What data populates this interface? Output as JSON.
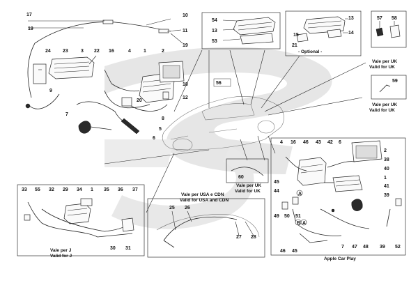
{
  "colors": {
    "watermark": "#e4e4e4",
    "line": "#222222",
    "background": "#ffffff"
  },
  "main_labels": {
    "p17": "17",
    "p10": "10",
    "p19a": "19",
    "p11": "11",
    "p19b": "19",
    "p24": "24",
    "p23": "23",
    "p3": "3",
    "p22": "22",
    "p16": "16",
    "p4": "4",
    "p1": "1",
    "p2": "2",
    "p18": "18",
    "p20": "20",
    "p12": "12",
    "p8": "8",
    "p5": "5",
    "p9": "9",
    "p7": "7",
    "p6": "6",
    "p56": "56"
  },
  "top_box": {
    "p54": "54",
    "p13": "13",
    "p53": "53",
    "p21": "21"
  },
  "optional_box": {
    "p13": "13",
    "p15": "15",
    "p14": "14",
    "caption": "- Optional -"
  },
  "uk_box_top": {
    "p57": "57",
    "p58": "58",
    "caption_it": "Vale per UK",
    "caption_en": "Valid for UK"
  },
  "uk_box_mid": {
    "p59": "59",
    "caption_it": "Vale per UK",
    "caption_en": "Valid for UK"
  },
  "uk_box_center": {
    "p60": "60",
    "caption_it": "Vale per UK",
    "caption_en": "Valid for UK"
  },
  "apple_box": {
    "p4": "4",
    "p16": "16",
    "p46": "46",
    "p43": "43",
    "p42": "42",
    "p6": "6",
    "p2": "2",
    "p38": "38",
    "p40": "40",
    "p1": "1",
    "p41": "41",
    "p45": "45",
    "p44": "44",
    "p39": "39",
    "pA1": "A",
    "pB": "B",
    "pA2": "A",
    "p49": "49",
    "p50": "50",
    "p51": "51",
    "p46b": "46",
    "p45b": "45",
    "p7": "7",
    "p47": "47",
    "p48": "48",
    "p39b": "39",
    "p52": "52",
    "caption": "Apple Car Play"
  },
  "japan_box": {
    "p33": "33",
    "p55": "55",
    "p32": "32",
    "p29": "29",
    "p34": "34",
    "p1": "1",
    "p35": "35",
    "p36": "36",
    "p37": "37",
    "p30": "30",
    "p31": "31",
    "caption_it": "Vale per J",
    "caption_en": "Valid for J"
  },
  "usa_box": {
    "caption_it": "Vale per USA e CDN",
    "caption_en": "Valid for USA and CDN",
    "p25": "25",
    "p26": "26",
    "p27": "27",
    "p28": "28"
  }
}
